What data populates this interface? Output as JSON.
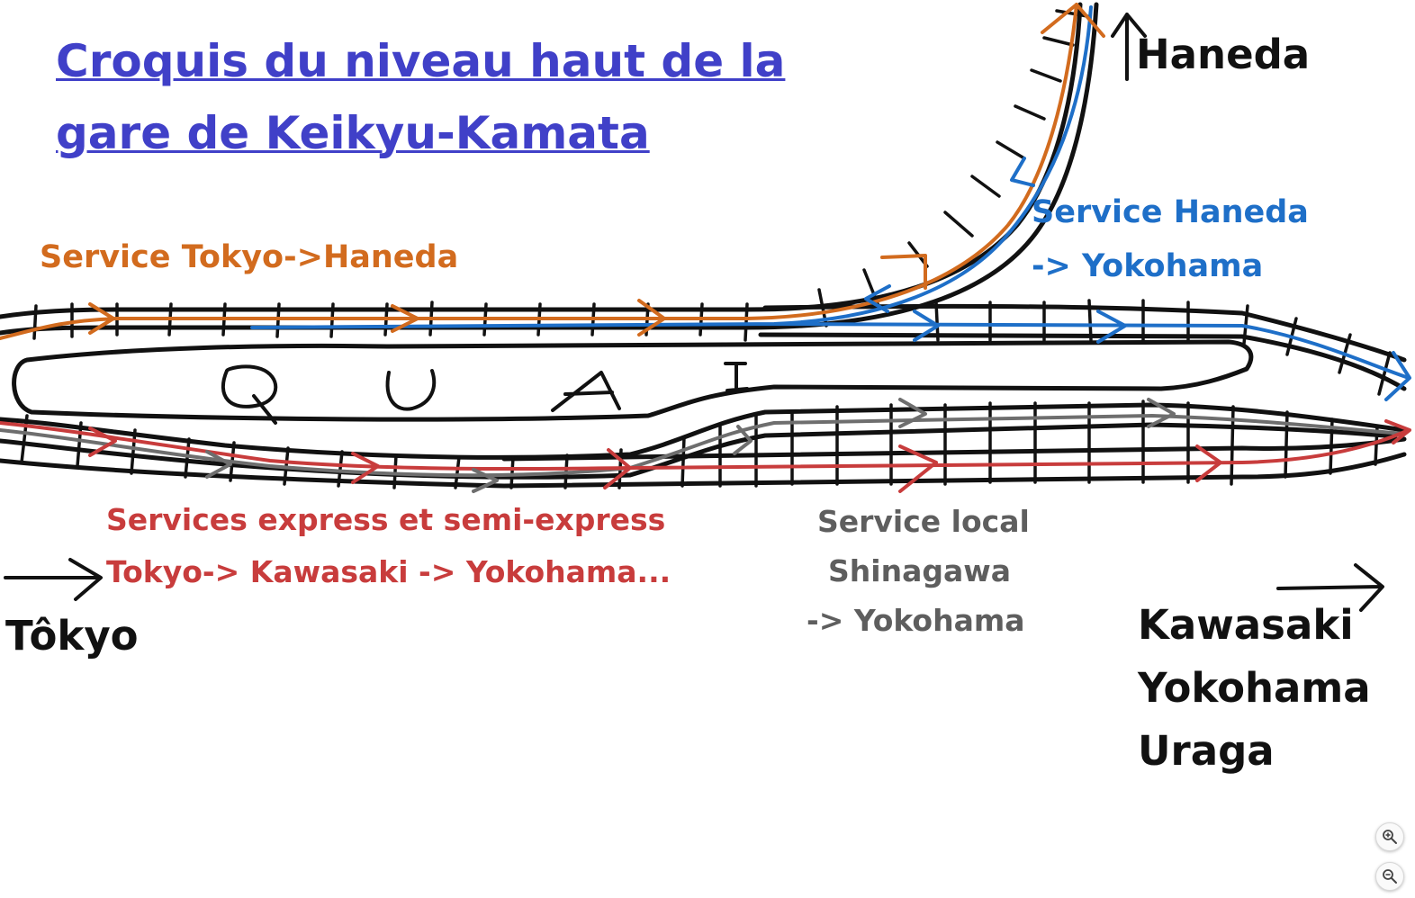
{
  "title": {
    "line1": "Croquis du niveau haut de la",
    "line2": "gare de Keikyu-Kamata"
  },
  "platform_label": "QUAI",
  "services": {
    "tokyo_haneda": "Service Tokyo->Haneda",
    "haneda_yokohama_1": "Service Haneda",
    "haneda_yokohama_2": "-> Yokohama",
    "express_1": "Services express et semi-express",
    "express_2": "Tokyo-> Kawasaki -> Yokohama...",
    "local_1": "Service local",
    "local_2": "Shinagawa",
    "local_3": "-> Yokohama"
  },
  "destinations": {
    "haneda": "Haneda",
    "tokyo": "Tôkyo",
    "south_1": "Kawasaki",
    "south_2": "Yokohama",
    "south_3": "Uraga"
  },
  "colors": {
    "title": "#4040c8",
    "orange": "#d26b1e",
    "blue": "#1e6fc8",
    "red": "#c83c3c",
    "gray": "#6e6e6e",
    "track": "#111111"
  },
  "controls": {
    "zoom_in_icon": "zoom-in-icon",
    "zoom_out_icon": "zoom-out-icon"
  }
}
